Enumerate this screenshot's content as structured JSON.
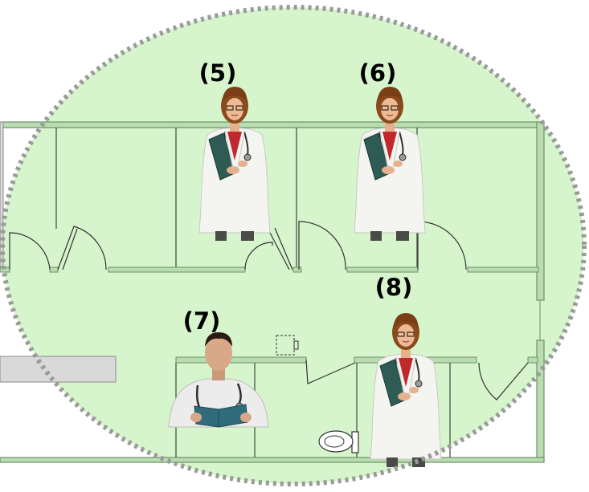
{
  "labels": {
    "doctor_5": "(5)",
    "doctor_6": "(6)",
    "doctor_7": "(7)",
    "doctor_8": "(8)"
  },
  "colors": {
    "coverage_fill": "#d6f5cc",
    "coverage_border": "#9a9a9a",
    "wall_fill": "#b9ddb0",
    "wall_stroke": "#6e8f68",
    "grey_wall": "#d9d9d9",
    "coat": "#f5f5f2",
    "hair_female": "#8a4a1c",
    "skin": "#e9b48f",
    "clipboard": "#2d5a52",
    "shirt_male": "#e6e6e6"
  },
  "icons": [
    "female-doctor-icon",
    "male-doctor-icon",
    "toilet-icon",
    "sink-icon"
  ]
}
